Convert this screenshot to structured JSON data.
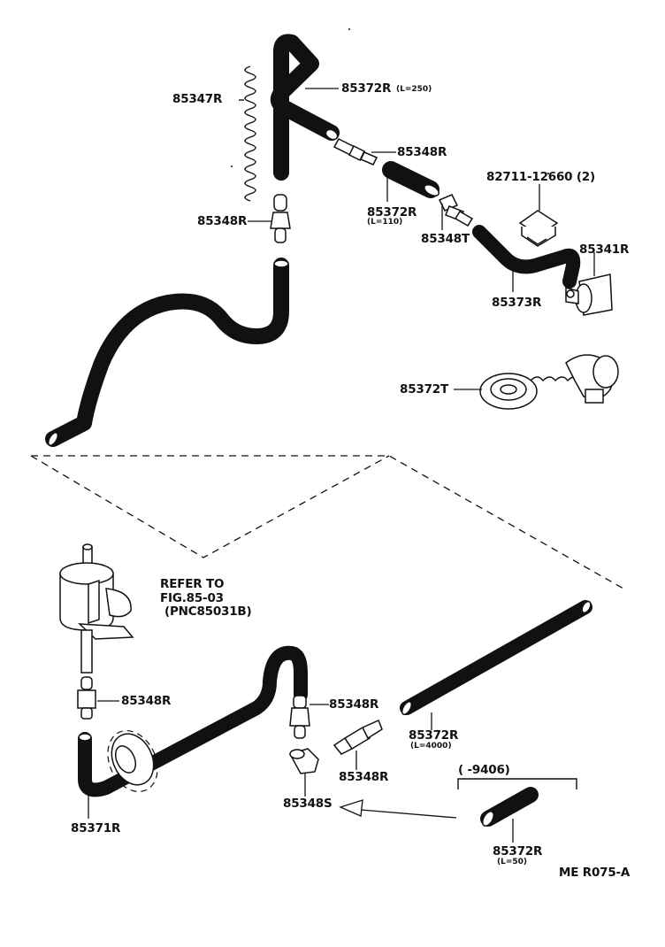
{
  "labels": {
    "p85347R": "85347R",
    "p85372R_top": "85372R",
    "p85372R_top_len": "(L=250)",
    "p85348R_a": "85348R",
    "p85372R_mid": "85372R",
    "p85372R_mid_len": "(L=110)",
    "p85348T": "85348T",
    "p82711": "82711-12660 (2)",
    "p85341R": "85341R",
    "p85348R_b": "85348R",
    "p85373R": "85373R",
    "p85372T": "85372T",
    "refer_1": "REFER TO",
    "refer_2": "FIG.85-03",
    "refer_3": "(PNC85031B)",
    "p85348R_c": "85348R",
    "p85348R_d": "85348R",
    "p85372R_long": "85372R",
    "p85372R_long_len": "(L=4000)",
    "p85348R_e": "85348R",
    "p85348S": "85348S",
    "bracket_range": "(       -9406)",
    "p85371R": "85371R",
    "p85372R_short": "85372R",
    "p85372R_short_len": "(L=50)",
    "figure_code": "ME R075-A"
  }
}
